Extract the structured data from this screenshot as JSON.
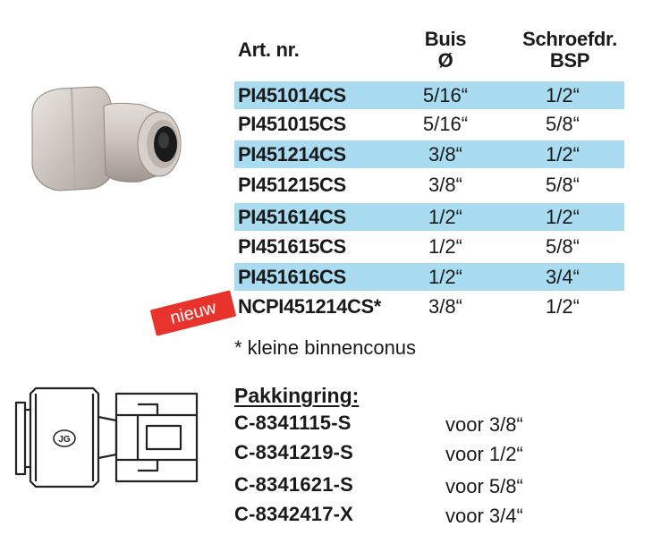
{
  "table": {
    "headers": {
      "art": "Art. nr.",
      "buis_line1": "Buis",
      "buis_line2": "Ø",
      "bsp_line1": "Schroefdr.",
      "bsp_line2": "BSP"
    },
    "rows": [
      {
        "art": "PI451014CS",
        "buis": "5/16“",
        "bsp": "1/2“",
        "highlight": true
      },
      {
        "art": "PI451015CS",
        "buis": "5/16“",
        "bsp": "5/8“",
        "highlight": false
      },
      {
        "art": "PI451214CS",
        "buis": "3/8“",
        "bsp": "1/2“",
        "highlight": true
      },
      {
        "art": "PI451215CS",
        "buis": "3/8“",
        "bsp": "5/8“",
        "highlight": false
      },
      {
        "art": "PI451614CS",
        "buis": "1/2“",
        "bsp": "1/2“",
        "highlight": true
      },
      {
        "art": "PI451615CS",
        "buis": "1/2“",
        "bsp": "5/8“",
        "highlight": false
      },
      {
        "art": "PI451616CS",
        "buis": "1/2“",
        "bsp": "3/4“",
        "highlight": true
      },
      {
        "art": "NCPI451214CS*",
        "buis": "3/8“",
        "bsp": "1/2“",
        "highlight": false
      }
    ]
  },
  "badge": {
    "label": "nieuw"
  },
  "footnote": "* kleine binnenconus",
  "pakkingring": {
    "title": "Pakkingring:",
    "items": [
      {
        "code": "C-8341115-S",
        "voor": "voor 3/8“"
      },
      {
        "code": "C-8341219-S",
        "voor": "voor 1/2“"
      },
      {
        "code": "C-8341621-S",
        "voor": "voor 5/8“"
      },
      {
        "code": "C-8342417-X",
        "voor": "voor 3/4“"
      }
    ]
  },
  "colors": {
    "row_highlight": "#a9dcf1",
    "badge": "#e8322c",
    "fitting_body": "#c9c0ba"
  },
  "icons": {
    "product_photo": "fitting-photo-icon",
    "drawing": "fitting-drawing-icon",
    "logo": "jg-logo-icon"
  }
}
